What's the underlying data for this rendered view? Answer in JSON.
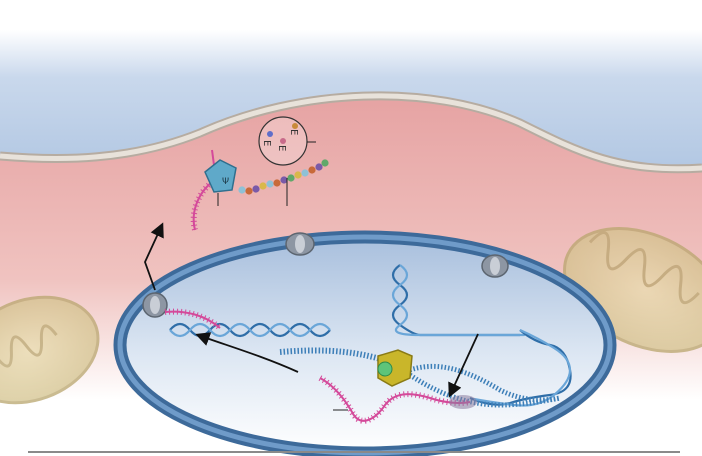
{
  "figure": {
    "description_visible_text": [],
    "colors": {
      "extracellular": "#b9cde6",
      "membrane": "#d8d0c6",
      "cytoplasm": "#e9a9a9",
      "nuclear_envelope": "#4a78a8",
      "nucleoplasm": "#dbe6f3",
      "dna": "#3d7fb8",
      "mrna": "#d44a9a",
      "ribosome": "#5fa9c9",
      "rna_polymerase": "#c9b62a",
      "mitochondrion": "#d9c99a",
      "arrow": "#111111"
    },
    "icons": [
      "cell-membrane",
      "nuclear-envelope",
      "nuclear-pore",
      "dna-double-helix",
      "rna-polymerase",
      "mrna-strand",
      "ribosome",
      "polypeptide-chain",
      "trna-circle",
      "mitochondrion"
    ]
  }
}
